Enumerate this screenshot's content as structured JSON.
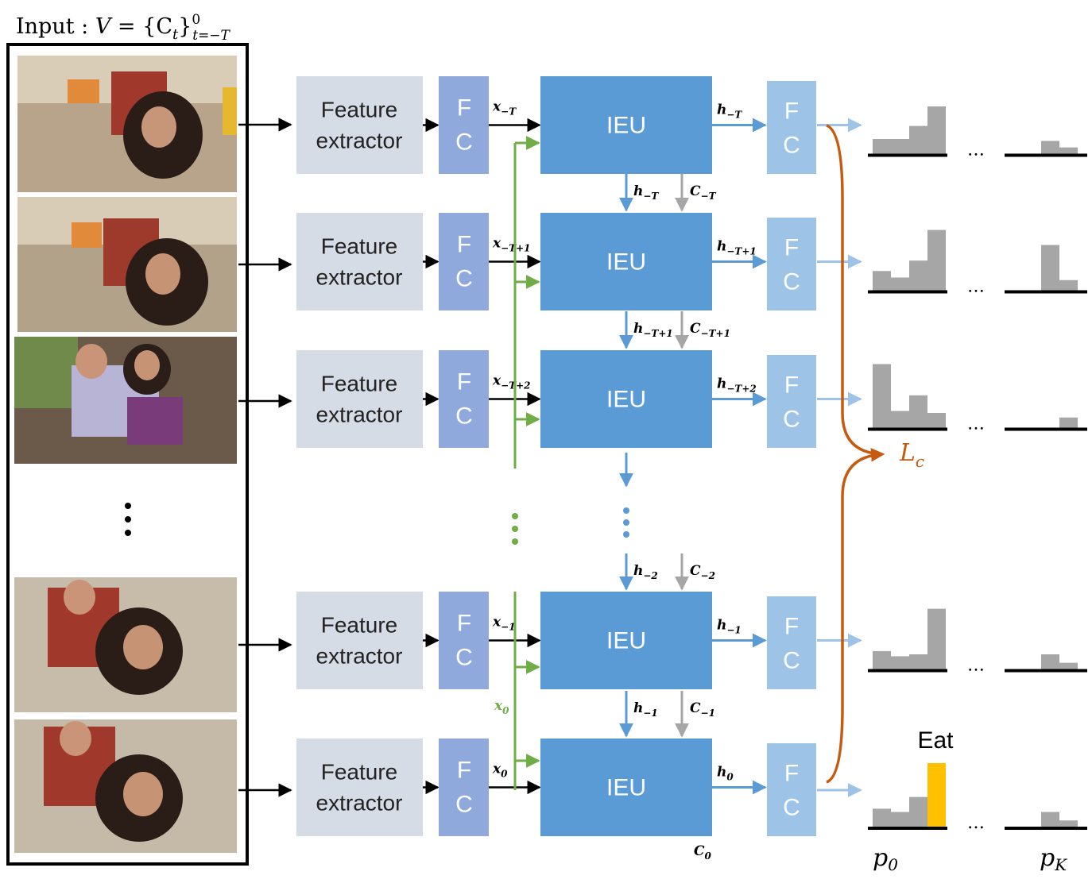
{
  "input_label": "Input : V = {C_t}^0_{t=-T}",
  "input_label_parts": {
    "prefix": "Input : ",
    "V": "V",
    "eq": " = ",
    "set": "{C",
    "sub_t": "t",
    "close": "}",
    "sup": "0",
    "range": "t=−T"
  },
  "rows": [
    {
      "id": "r0",
      "feature": [
        "Feature",
        "extractor"
      ],
      "fc_left": [
        "F",
        "C"
      ],
      "x": "x",
      "x_sub": "−T",
      "ieu": "IEU",
      "h": "h",
      "h_sub": "−T",
      "fc_right": [
        "F",
        "C"
      ],
      "bars": [
        0.25,
        0.25,
        0.45,
        0.75
      ],
      "small_bars": [
        0.22,
        0.12
      ]
    },
    {
      "id": "r1",
      "feature": [
        "Feature",
        "extractor"
      ],
      "fc_left": [
        "F",
        "C"
      ],
      "x": "x",
      "x_sub": "−T+1",
      "ieu": "IEU",
      "h": "h",
      "h_sub": "−T+1",
      "fc_right": [
        "F",
        "C"
      ],
      "bars": [
        0.32,
        0.22,
        0.48,
        0.95
      ],
      "small_bars": [
        0.72,
        0.18
      ]
    },
    {
      "id": "r2",
      "feature": [
        "Feature",
        "extractor"
      ],
      "fc_left": [
        "F",
        "C"
      ],
      "x": "x",
      "x_sub": "−T+2",
      "ieu": "IEU",
      "h": "h",
      "h_sub": "−T+2",
      "fc_right": [
        "F",
        "C"
      ],
      "bars": [
        1.0,
        0.28,
        0.52,
        0.25
      ],
      "small_bars": [
        0.18
      ]
    },
    {
      "id": "r3",
      "feature": [
        "Feature",
        "extractor"
      ],
      "fc_left": [
        "F",
        "C"
      ],
      "x": "x",
      "x_sub": "−1",
      "ieu": "IEU",
      "h": "h",
      "h_sub": "−1",
      "fc_right": [
        "F",
        "C"
      ],
      "bars": [
        0.3,
        0.22,
        0.25,
        0.95
      ],
      "small_bars": [
        0.25,
        0.12
      ]
    },
    {
      "id": "r4",
      "feature": [
        "Feature",
        "extractor"
      ],
      "fc_left": [
        "F",
        "C"
      ],
      "x": "x",
      "x_sub": "0",
      "ieu": "IEU",
      "h": "h",
      "h_sub": "0",
      "fc_right": [
        "F",
        "C"
      ],
      "bars": [
        0.3,
        0.25,
        0.48,
        1.0
      ],
      "small_bars": [
        0.25,
        0.12
      ]
    }
  ],
  "between": [
    {
      "h": "h",
      "h_sub": "−T",
      "c": "C",
      "c_sub": "−T"
    },
    {
      "h": "h",
      "h_sub": "−T+1",
      "c": "C",
      "c_sub": "−T+1"
    },
    {
      "h": "h",
      "h_sub": "−2",
      "c": "C",
      "c_sub": "−2"
    },
    {
      "h": "h",
      "h_sub": "−1",
      "c": "C",
      "c_sub": "−1"
    }
  ],
  "x0_green": {
    "base": "x",
    "sub": "0"
  },
  "c0": {
    "base": "C",
    "sub": "0"
  },
  "loss": {
    "base": "L",
    "sub": "c"
  },
  "eat_label": "Eat",
  "ellipsis": "…",
  "p0": {
    "base": "p",
    "sub": "0"
  },
  "pK": {
    "base": "p",
    "sub": "K"
  },
  "colors": {
    "feature": "#d6dce5",
    "fc_left": "#8fa9dc",
    "ieu": "#5b9bd5",
    "fc_right": "#9dc3e6",
    "arrow_blue": "#5b9bd5",
    "arrow_light": "#9dc3e6",
    "arrow_green": "#70ad47",
    "arrow_gray": "#a6a6a6",
    "orange": "#c55a11",
    "bar_gray": "#a6a6a6",
    "bar_eat": "#ffc000"
  }
}
